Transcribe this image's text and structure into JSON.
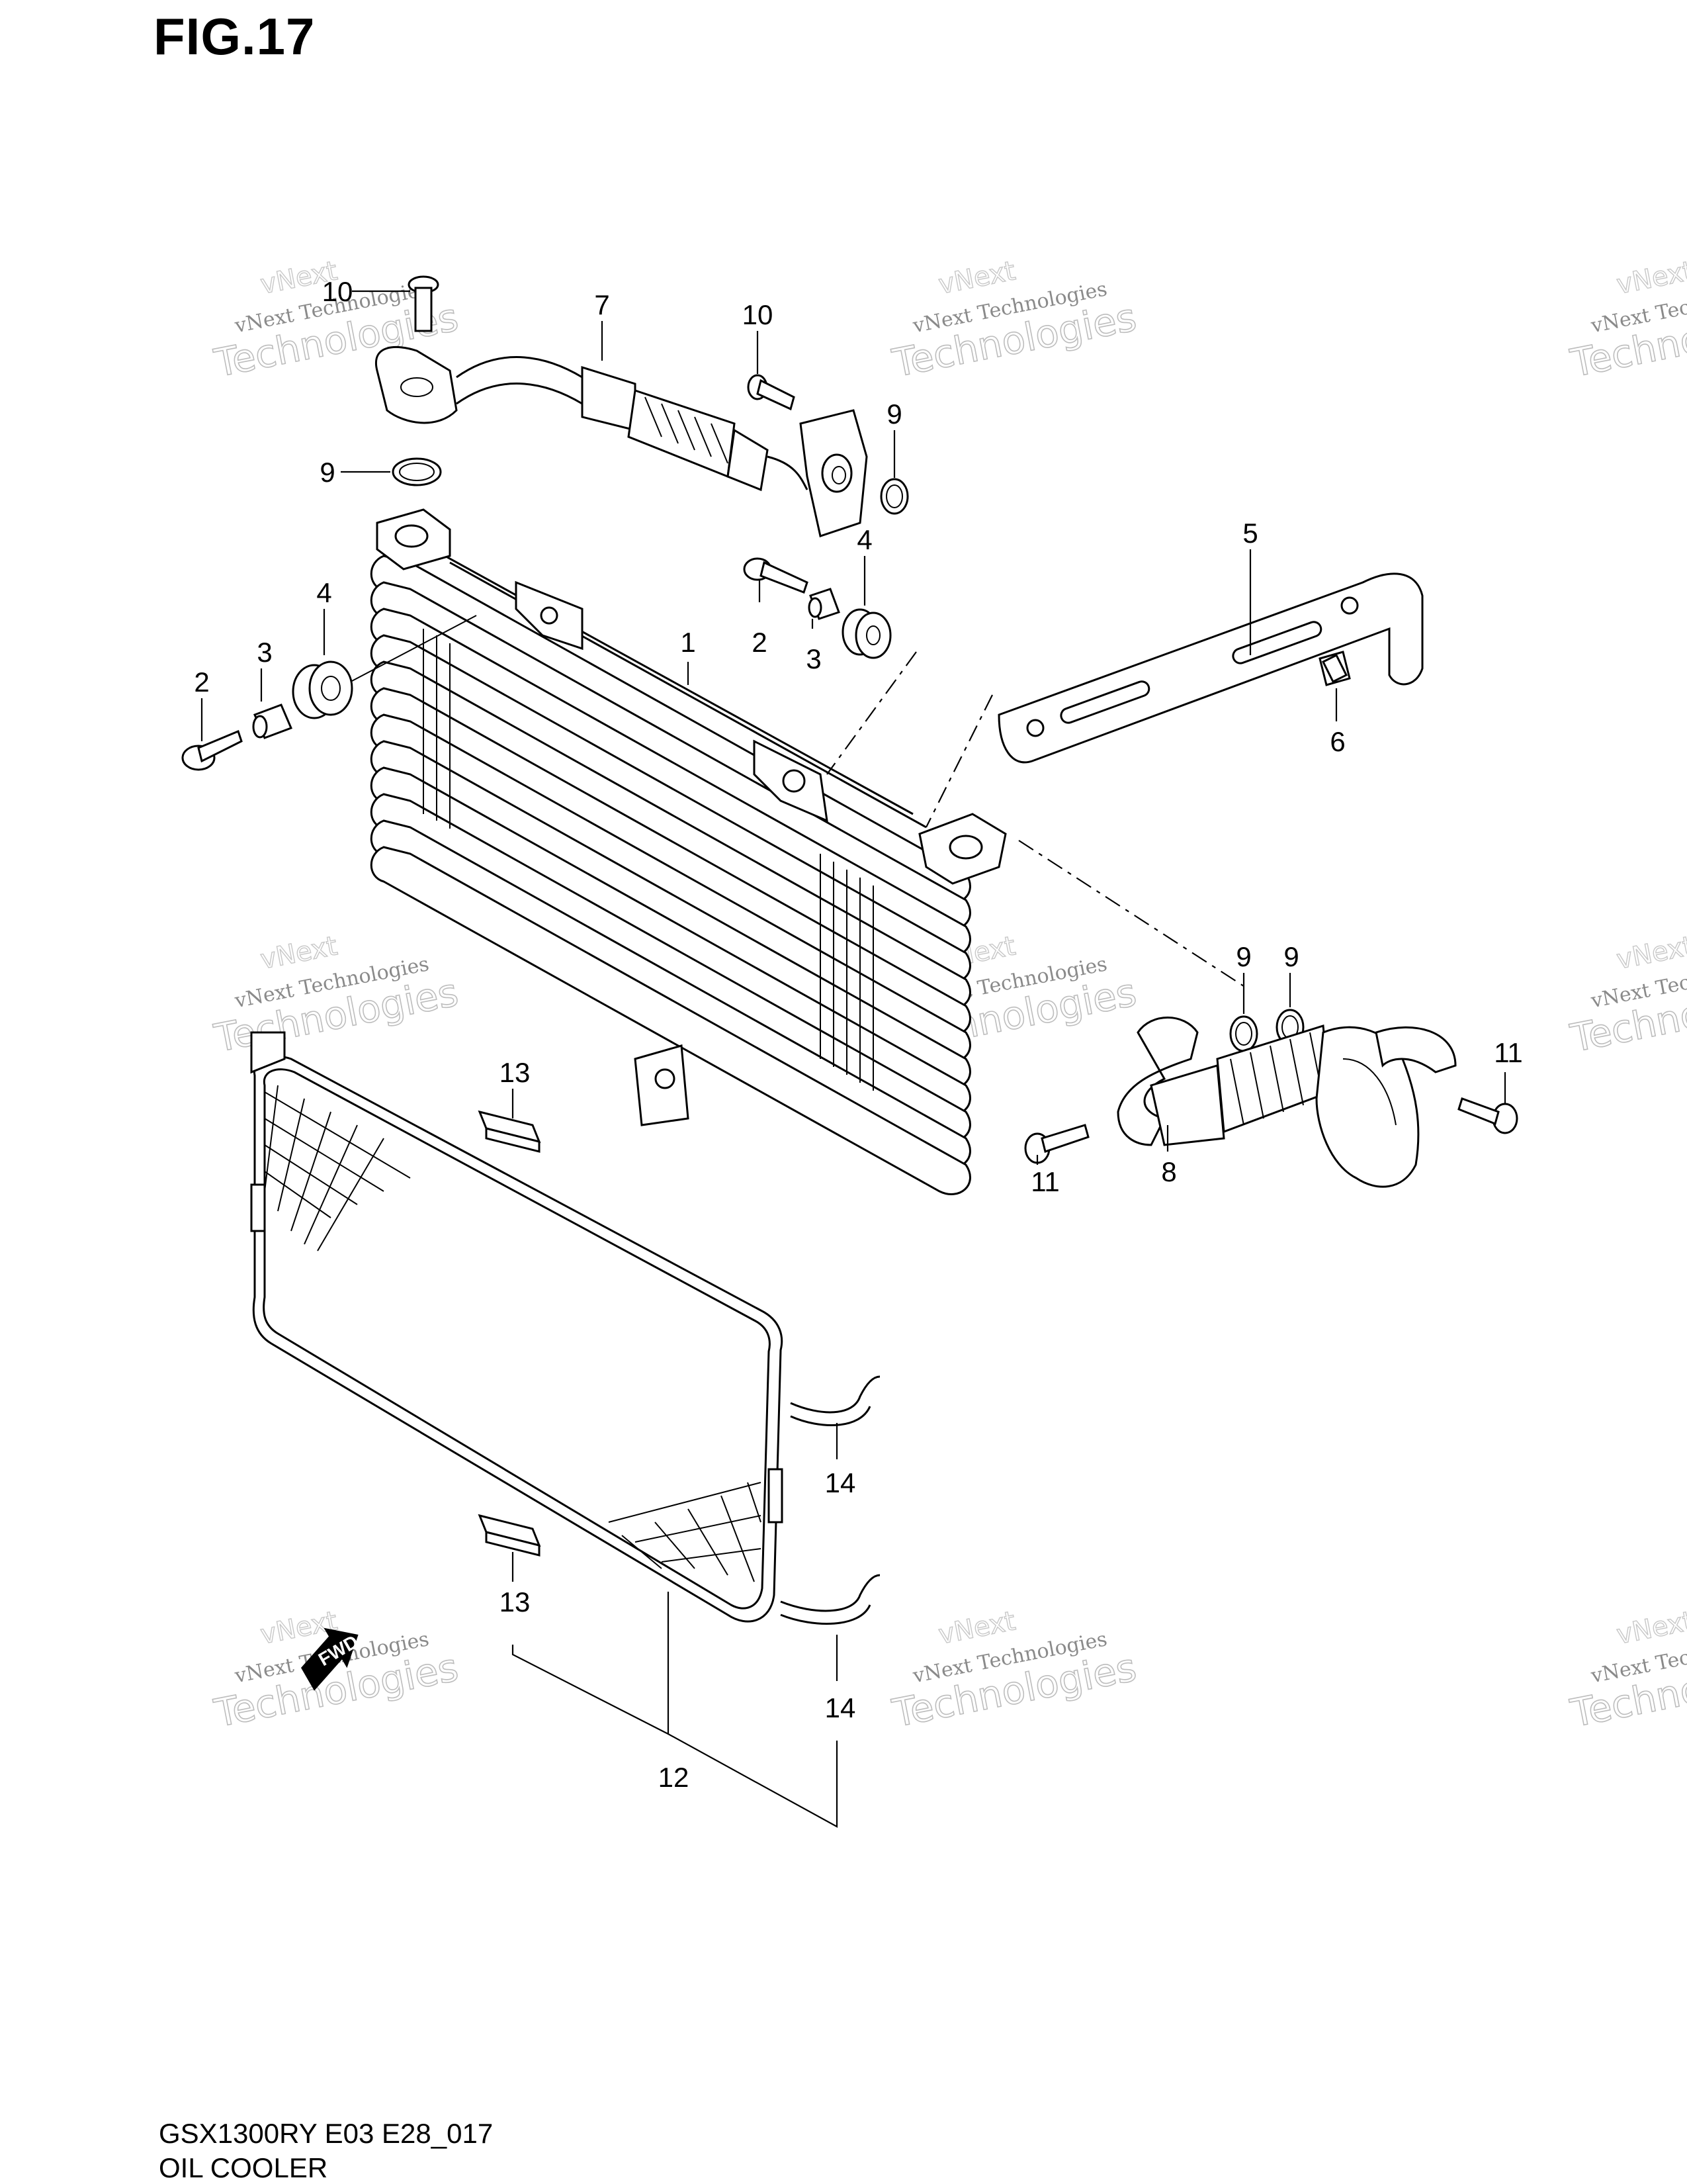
{
  "figure": {
    "title": "FIG.17",
    "model_code": "GSX1300RY E03 E28_017",
    "name": "OIL COOLER"
  },
  "callouts": [
    "1",
    "2",
    "2",
    "3",
    "3",
    "4",
    "4",
    "5",
    "6",
    "7",
    "8",
    "9",
    "9",
    "9",
    "9",
    "10",
    "10",
    "11",
    "11",
    "12",
    "13",
    "13",
    "14",
    "14"
  ],
  "watermark": {
    "line1": "vNext",
    "line2": "vNext Technologies",
    "line3": "Technologies"
  },
  "fwd_label": "FWD"
}
